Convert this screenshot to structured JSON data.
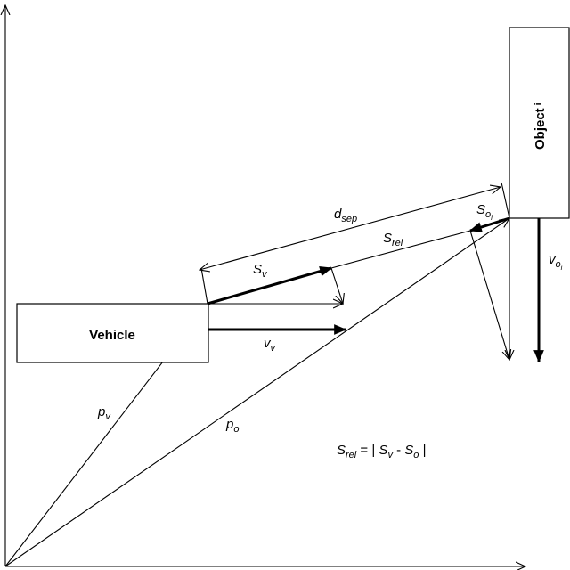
{
  "labels": {
    "vehicle": "Vehicle",
    "object": "Object",
    "object_index": "i",
    "d_sep": {
      "main": "d",
      "sub": "sep"
    },
    "s_v": {
      "main": "S",
      "sub": "v"
    },
    "s_rel": {
      "main": "S",
      "sub": "rel"
    },
    "s_oi": {
      "main": "S",
      "sub": "o",
      "subsub": "i"
    },
    "v_oi": {
      "main": "v",
      "sub": "o",
      "subsub": "i"
    },
    "v_v": {
      "main": "v",
      "sub": "v"
    },
    "p_v": {
      "main": "p",
      "sub": "v"
    },
    "p_o": {
      "main": "p",
      "sub": "o"
    }
  },
  "equation": {
    "lhs_main": "S",
    "lhs_sub": "rel",
    "rhs_prefix": " = | ",
    "term1_main": "S",
    "term1_sub": "v",
    "minus": " - ",
    "term2_main": "S",
    "term2_sub": "o",
    "rhs_suffix": " |"
  }
}
